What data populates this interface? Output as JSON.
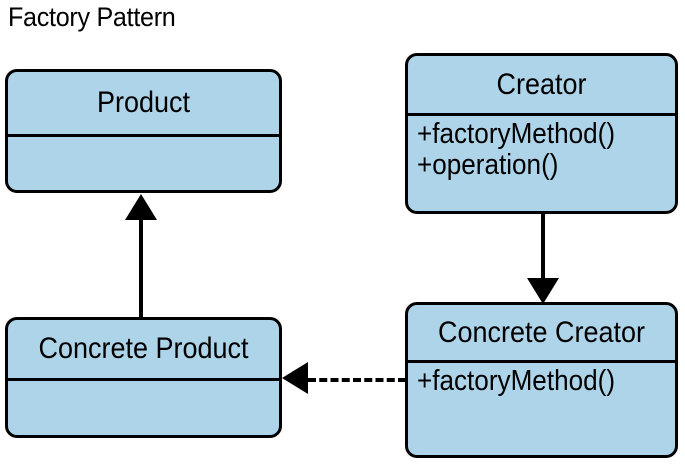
{
  "diagram": {
    "title": "Factory Pattern",
    "type": "uml-class-diagram",
    "background_color": "#ffffff",
    "class_fill_color": "#aed4ea",
    "border_color": "#000000",
    "classes": [
      {
        "id": "product",
        "name": "Product",
        "members": []
      },
      {
        "id": "creator",
        "name": "Creator",
        "members": [
          "+factoryMethod()",
          "+operation()"
        ]
      },
      {
        "id": "concrete-product",
        "name": "Concrete Product",
        "members": []
      },
      {
        "id": "concrete-creator",
        "name": "Concrete Creator",
        "members": [
          "+factoryMethod()"
        ]
      }
    ],
    "connectors": [
      {
        "id": "generalization-product",
        "from": "concrete-product",
        "to": "product",
        "style": "solid",
        "arrow": "filled-triangle-up",
        "label": ""
      },
      {
        "id": "association-creator",
        "from": "creator",
        "to": "concrete-creator",
        "style": "solid",
        "arrow": "filled-triangle-down",
        "label": ""
      },
      {
        "id": "dependency-creates",
        "from": "concrete-creator",
        "to": "concrete-product",
        "style": "dashed",
        "arrow": "filled-triangle-left",
        "label": ""
      }
    ]
  }
}
